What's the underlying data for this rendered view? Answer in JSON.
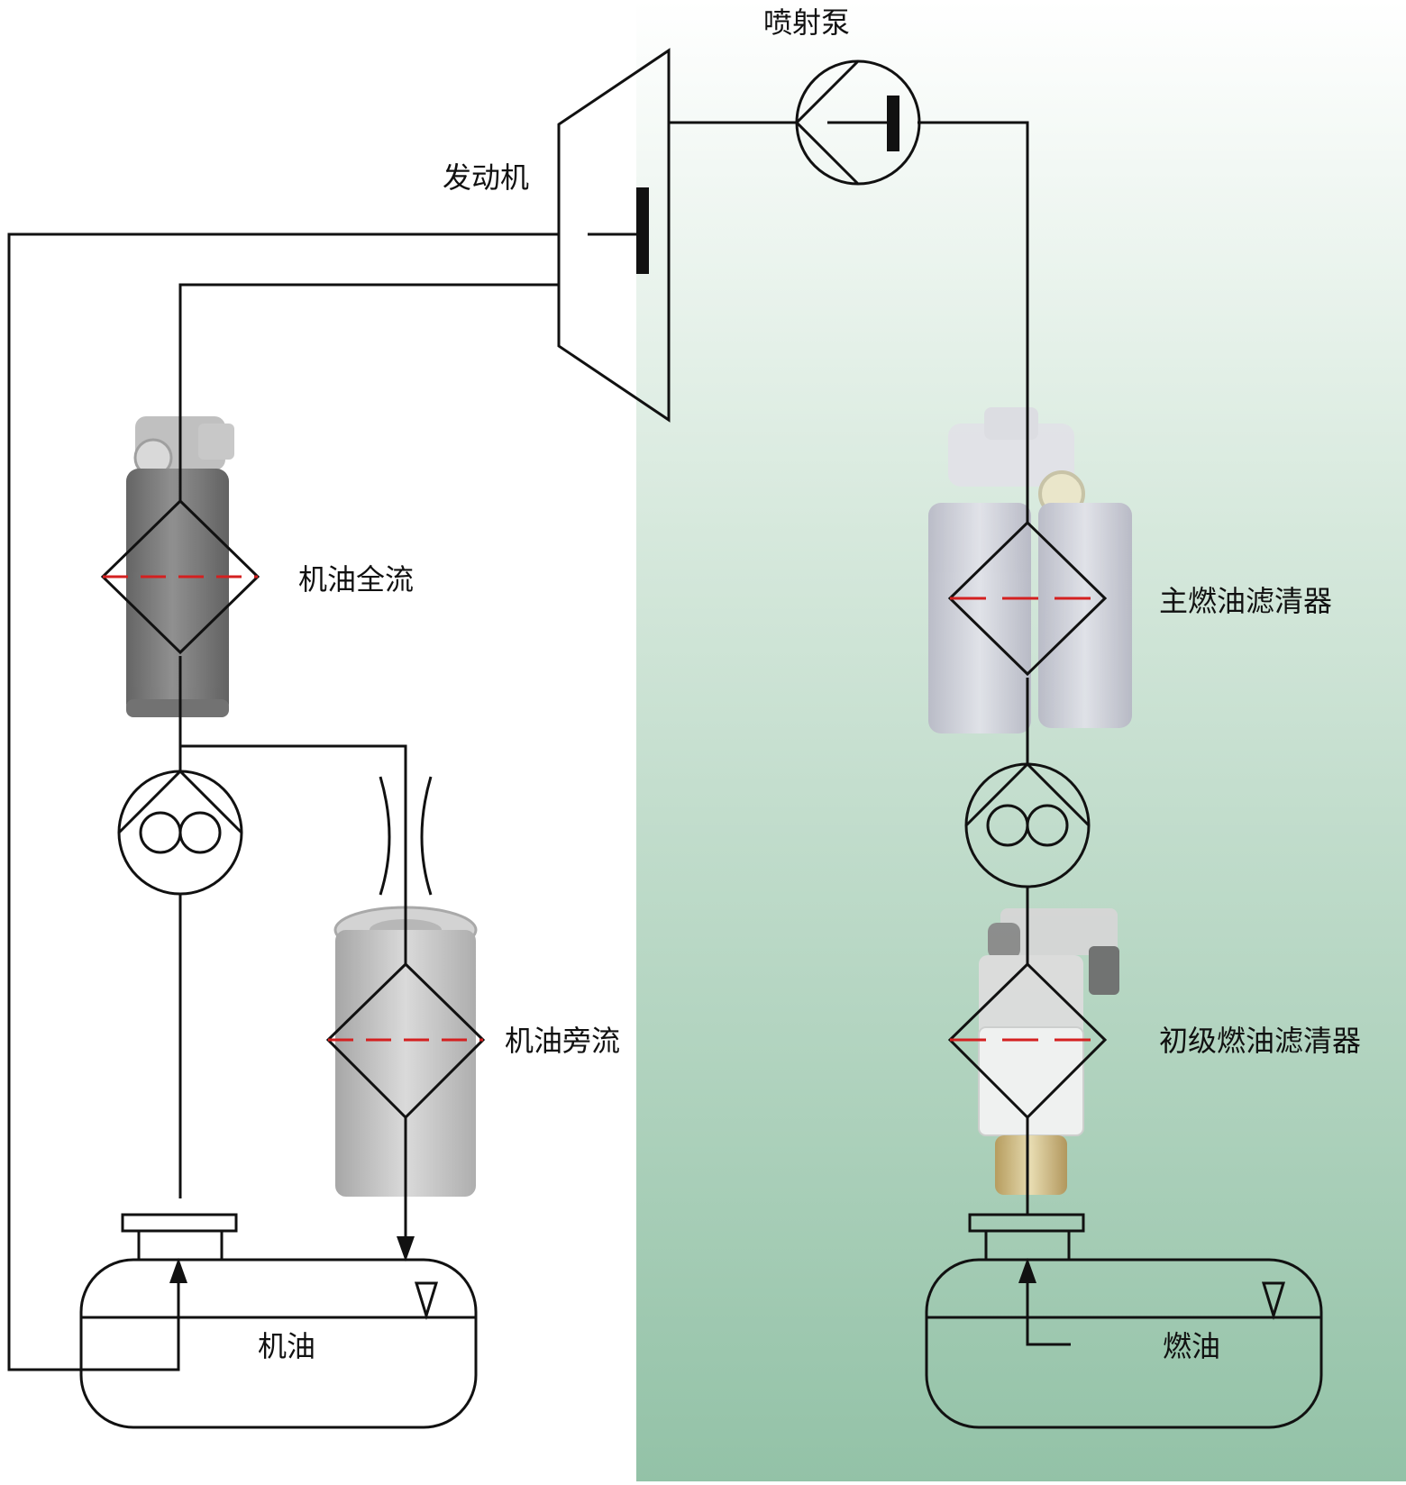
{
  "labels": {
    "injection_pump": "喷射泵",
    "engine": "发动机",
    "oil_full_flow": "机油全流",
    "oil_bypass": "机油旁流",
    "oil_tank": "机油",
    "main_fuel_filter": "主燃油滤清器",
    "primary_fuel_filter": "初级燃油滤清器",
    "fuel_tank": "燃油"
  },
  "colors": {
    "line": "#111111",
    "filter_element": "#d42020",
    "fuel_zone_top": "#ffffff",
    "fuel_zone_bottom": "#93c2a7",
    "filter_photo_dark": "#7a7a7a",
    "filter_photo_light": "#c8c8d2"
  }
}
